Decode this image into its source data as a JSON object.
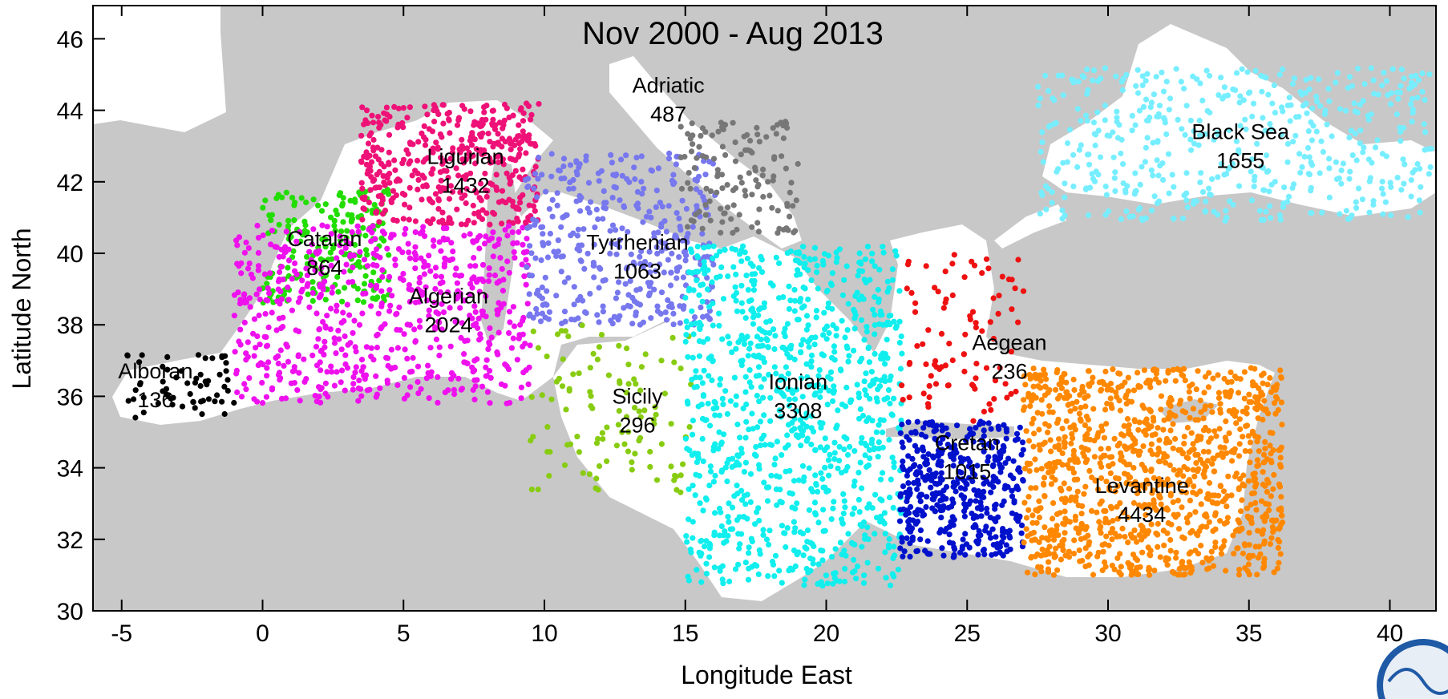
{
  "title": "Nov 2000 - Aug 2013",
  "xlabel": "Longitude East",
  "ylabel": "Latitude North",
  "x_ticks": [
    -5,
    0,
    5,
    10,
    15,
    20,
    25,
    30,
    35,
    40
  ],
  "y_ticks": [
    30,
    32,
    34,
    36,
    38,
    40,
    42,
    44,
    46
  ],
  "xlim": [
    -6,
    42
  ],
  "ylim": [
    30,
    47
  ],
  "colors": {
    "land": "#c8c8c8",
    "sea": "#ffffff"
  },
  "logo_icon": "noaa-globe-logo",
  "regions": [
    {
      "id": "alboran",
      "name": "Alboran",
      "count": "136",
      "color": "#000000",
      "label_lon": -3.8,
      "label_lat": 36.5,
      "lon": [
        -4.8,
        -1.0
      ],
      "lat": [
        35.4,
        37.3
      ],
      "dots": 60
    },
    {
      "id": "catalan",
      "name": "Catalan",
      "count": "864",
      "color": "#22dd00",
      "label_lon": 2.2,
      "label_lat": 40.2,
      "lon": [
        0.0,
        4.5
      ],
      "lat": [
        38.6,
        41.8
      ],
      "dots": 200
    },
    {
      "id": "ligurian",
      "name": "Ligurian",
      "count": "1432",
      "color": "#ee1177",
      "label_lon": 7.2,
      "label_lat": 42.5,
      "lon": [
        3.5,
        9.8
      ],
      "lat": [
        40.8,
        44.2
      ],
      "dots": 420
    },
    {
      "id": "algerian",
      "name": "Algerian",
      "count": "2024",
      "color": "#ee11ee",
      "label_lon": 6.6,
      "label_lat": 38.6,
      "lon": [
        -1.0,
        9.5
      ],
      "lat": [
        35.8,
        40.8
      ],
      "dots": 650
    },
    {
      "id": "tyrrhenian",
      "name": "Tyrrhenian",
      "count": "1063",
      "color": "#7777ee",
      "label_lon": 13.3,
      "label_lat": 40.1,
      "lon": [
        9.3,
        16.1
      ],
      "lat": [
        38.0,
        42.8
      ],
      "dots": 380
    },
    {
      "id": "adriatic",
      "name": "Adriatic",
      "count": "487",
      "color": "#777777",
      "label_lon": 14.4,
      "label_lat": 44.5,
      "lon": [
        14.8,
        19.0
      ],
      "lat": [
        40.5,
        43.7
      ],
      "dots": 130
    },
    {
      "id": "sicily",
      "name": "Sicily",
      "count": "296",
      "color": "#88cc11",
      "label_lon": 13.3,
      "label_lat": 35.8,
      "lon": [
        9.5,
        15.2
      ],
      "lat": [
        33.3,
        38.0
      ],
      "dots": 110
    },
    {
      "id": "ionian",
      "name": "Ionian",
      "count": "3308",
      "color": "#11eeee",
      "label_lon": 19.0,
      "label_lat": 36.2,
      "lon": [
        15.0,
        22.7
      ],
      "lat": [
        30.7,
        40.2
      ],
      "dots": 950
    },
    {
      "id": "aegean",
      "name": "Aegean",
      "count": "236",
      "color": "#ee1111",
      "label_lon": 26.5,
      "label_lat": 37.3,
      "lon": [
        22.6,
        27.0
      ],
      "lat": [
        35.3,
        40.0
      ],
      "dots": 90
    },
    {
      "id": "cretan",
      "name": "Cretan",
      "count": "1015",
      "color": "#0011cc",
      "label_lon": 25.0,
      "label_lat": 34.5,
      "lon": [
        22.6,
        27.0
      ],
      "lat": [
        31.5,
        35.3
      ],
      "dots": 420
    },
    {
      "id": "levantine",
      "name": "Levantine",
      "count": "4434",
      "color": "#ff8800",
      "label_lon": 31.2,
      "label_lat": 33.3,
      "lon": [
        27.0,
        36.2
      ],
      "lat": [
        31.0,
        36.8
      ],
      "dots": 1100
    },
    {
      "id": "black-sea",
      "name": "Black Sea",
      "count": "1655",
      "color": "#77eeff",
      "label_lon": 34.7,
      "label_lat": 43.2,
      "lon": [
        27.5,
        41.5
      ],
      "lat": [
        40.9,
        45.2
      ],
      "dots": 500
    }
  ]
}
